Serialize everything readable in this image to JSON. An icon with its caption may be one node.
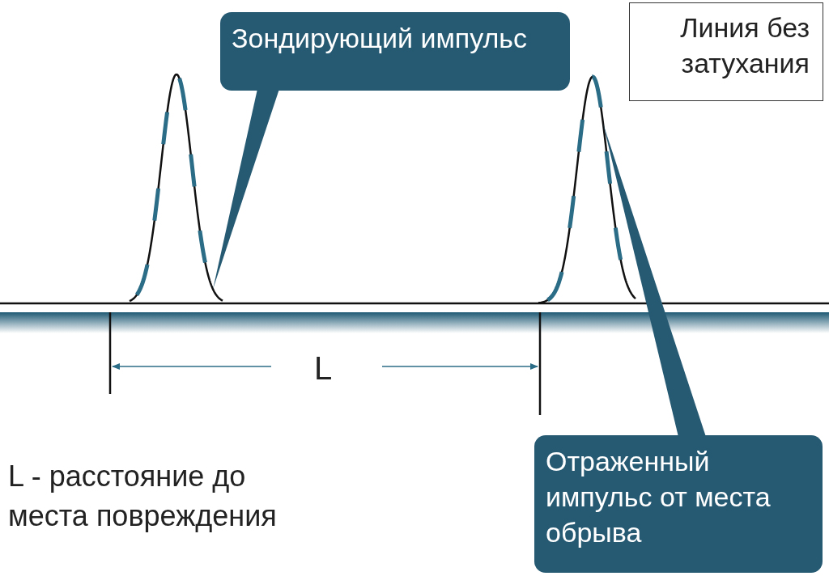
{
  "diagram": {
    "nodes": [
      {
        "text": [
          "Зондирующий импульс"
        ]
      },
      {
        "text": [],
        "shape": "picture"
      },
      {
        "text": [
          "Отраженный импульс от места обрыва"
        ]
      },
      {
        "text": [],
        "shape": "picture"
      },
      {
        "text": [
          "Линия без затухания"
        ]
      }
    ],
    "edges": [
      {
        "from": 0,
        "to": 1,
        "arrow": "none"
      },
      {
        "from": 2,
        "to": 3,
        "arrow": "none"
      }
    ],
    "labels": [
      "L",
      "L - расстояние до места повреждения"
    ]
  }
}
